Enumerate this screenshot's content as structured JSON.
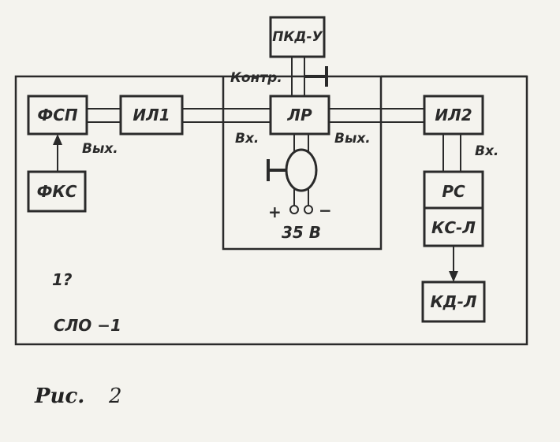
{
  "blocks": {
    "pkd_u": "ПКД-У",
    "fsp": "ФСП",
    "il1": "ИЛ1",
    "lr": "ЛР",
    "il2": "ИЛ2",
    "fks": "ФКС",
    "rs": "РС",
    "ks_l": "КС-Л",
    "kd_l": "КД-Л"
  },
  "labels": {
    "kontr": "Контр.",
    "vyh_left": "Вых.",
    "vh_center": "Вх.",
    "vyh_center": "Вых.",
    "vh_right": "Вх.",
    "plus": "+",
    "minus": "−",
    "voltage": "35 В",
    "mark": "1?",
    "frame_name": "СЛО −1"
  },
  "caption": {
    "prefix": "Рис.",
    "number": "2"
  }
}
